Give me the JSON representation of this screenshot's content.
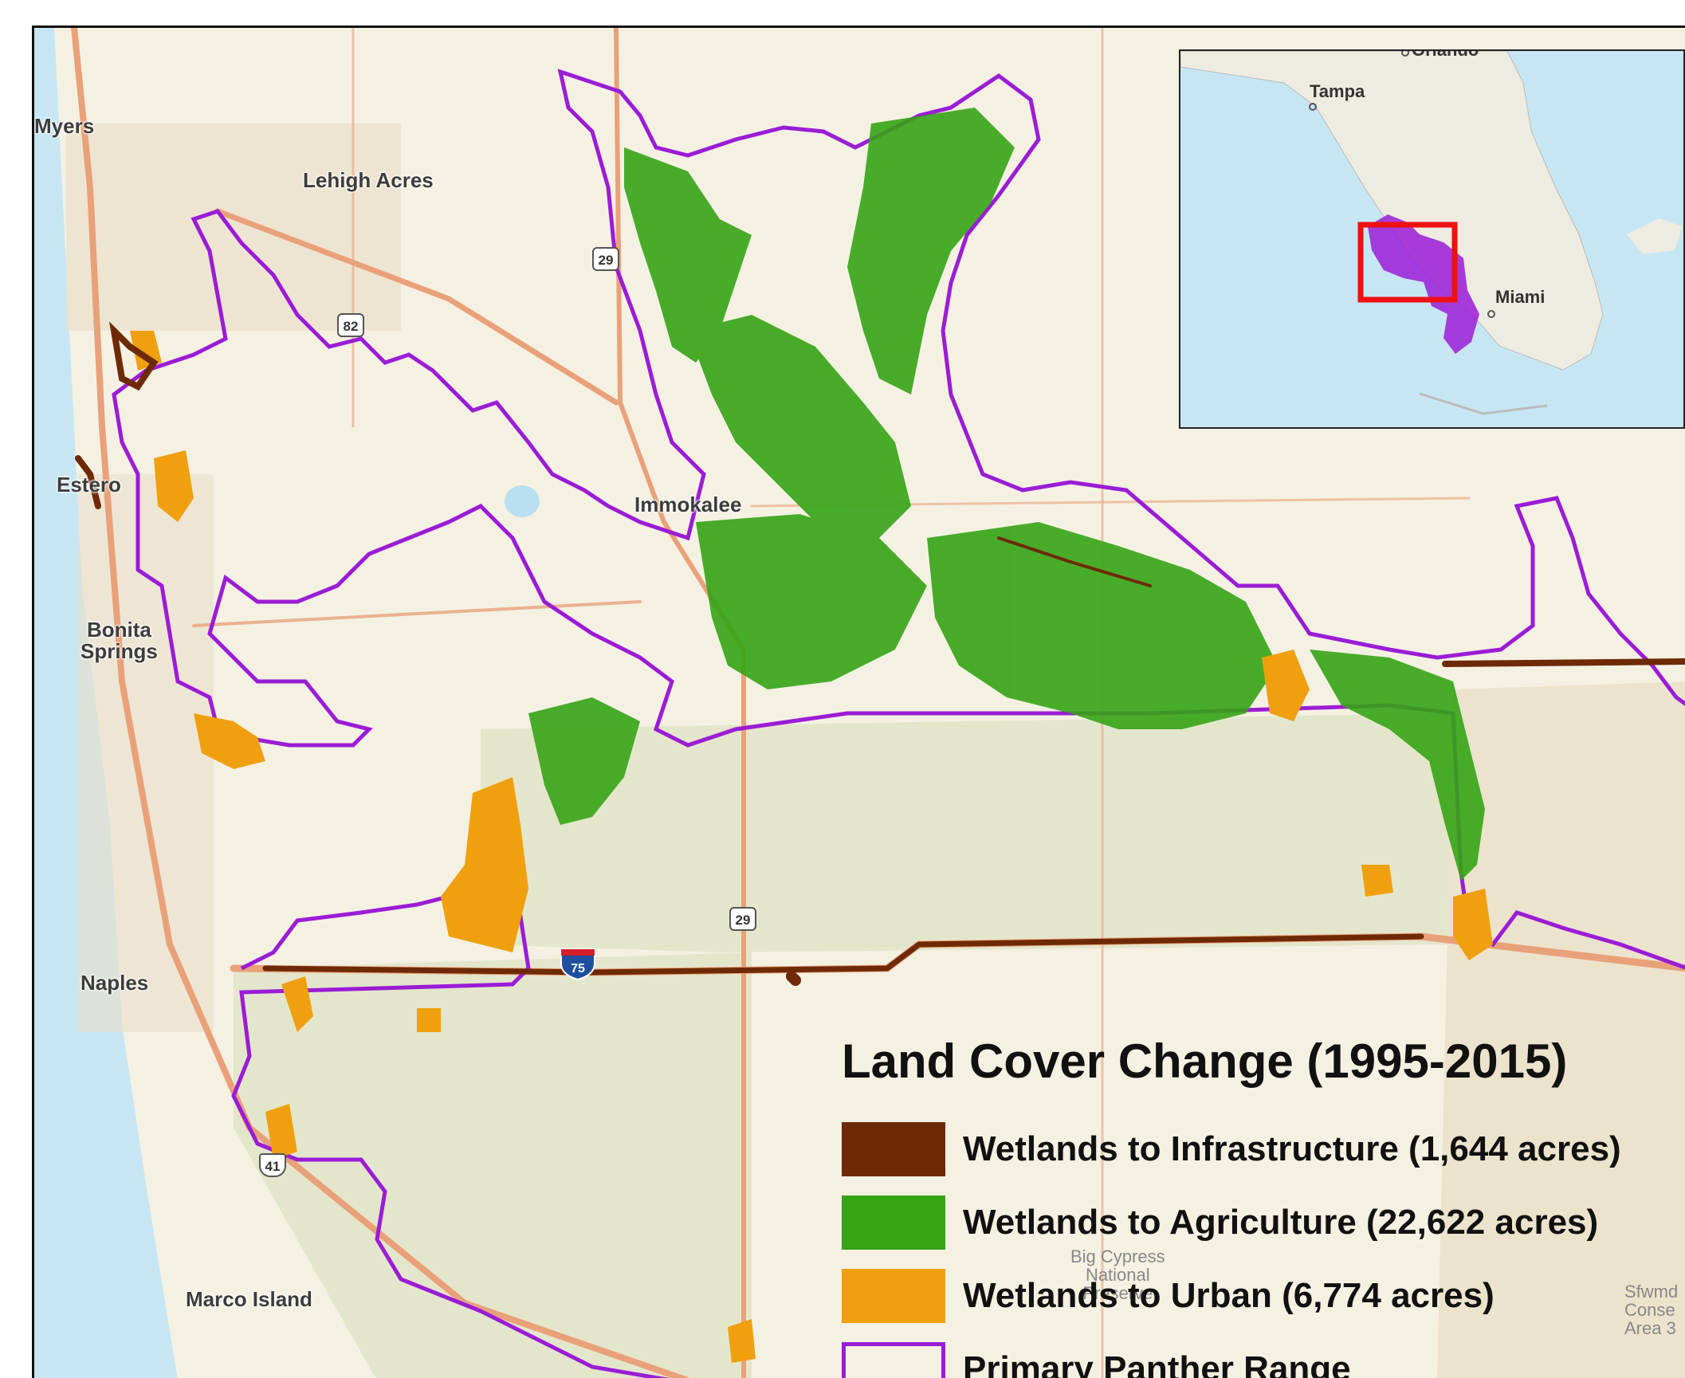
{
  "map": {
    "place_labels": {
      "myers": "Myers",
      "lehigh_acres": "Lehigh Acres",
      "estero": "Estero",
      "immokalee": "Immokalee",
      "bonita_springs_line1": "Bonita",
      "bonita_springs_line2": "Springs",
      "naples": "Naples",
      "marco_island": "Marco Island",
      "big_cypress_line1": "Big Cypress",
      "big_cypress_line2": "National",
      "big_cypress_line3": "Preserve",
      "sfwmd_line1": "Sfwmd",
      "sfwmd_line2": "Conse",
      "sfwmd_line3": "Area 3"
    },
    "road_shields": {
      "sr29_north": "29",
      "sr82": "82",
      "sr29_south": "29",
      "i75": "75",
      "us41": "41"
    },
    "colors": {
      "infrastructure": "#6e2a05",
      "agriculture": "#35a415",
      "urban": "#f0a00f",
      "panther_range": "#9b1cd6",
      "study_area_box": "#ee1111",
      "water": "#c7e6f3",
      "land": "#f4f1e3",
      "protected_land": "#e4e6cc",
      "roads": "#e9a17a"
    }
  },
  "inset": {
    "labels": {
      "orlando": "Orlando",
      "tampa": "Tampa",
      "miami": "Miami"
    }
  },
  "legend": {
    "title": "Land Cover Change (1995-2015)",
    "items": [
      {
        "label": "Wetlands to Infrastructure (1,644 acres)",
        "color": "#6e2a05",
        "style": "fill"
      },
      {
        "label": "Wetlands to Agriculture (22,622 acres)",
        "color": "#35a415",
        "style": "fill"
      },
      {
        "label": "Wetlands to Urban (6,774 acres)",
        "color": "#f0a00f",
        "style": "fill"
      },
      {
        "label": "Primary Panther Range",
        "color": "#9b1cd6",
        "style": "outline"
      }
    ]
  }
}
